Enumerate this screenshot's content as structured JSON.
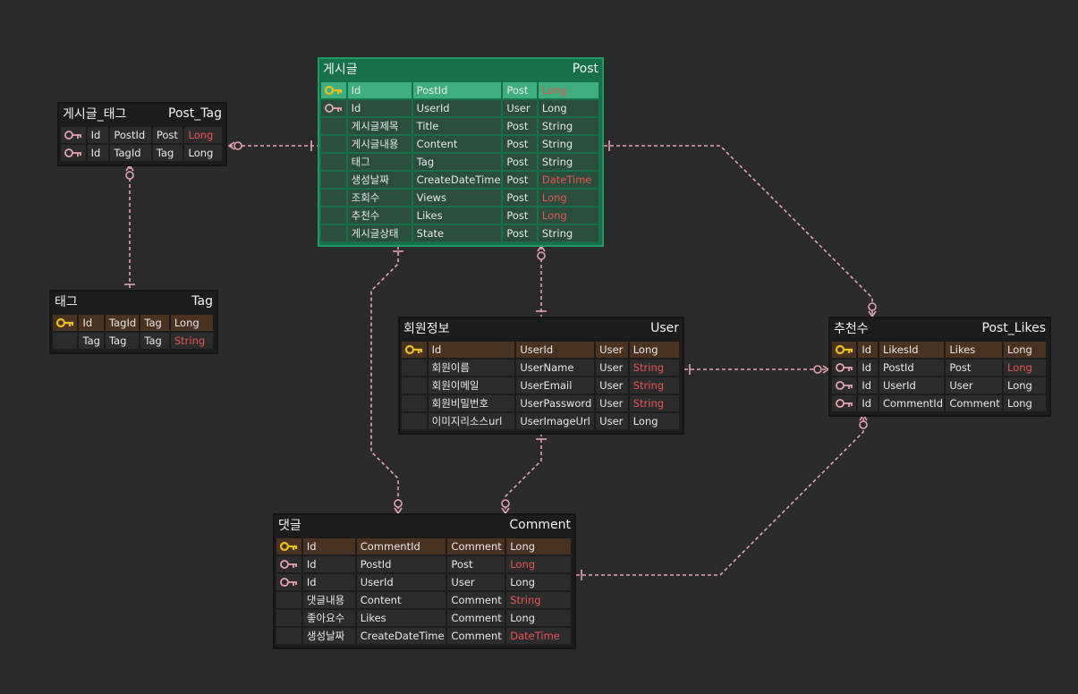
{
  "entities": {
    "post_tag": {
      "title_ko": "게시글_태그",
      "title_en": "Post_Tag",
      "rows": [
        {
          "key": "fk",
          "name": "Id",
          "field": "PostId",
          "table": "Post",
          "type": "Long",
          "type_color": "red"
        },
        {
          "key": "fk",
          "name": "Id",
          "field": "TagId",
          "table": "Tag",
          "type": "Long",
          "type_color": "normal"
        }
      ]
    },
    "tag": {
      "title_ko": "태그",
      "title_en": "Tag",
      "rows": [
        {
          "key": "pk",
          "name": "Id",
          "field": "TagId",
          "table": "Tag",
          "type": "Long",
          "type_color": "normal"
        },
        {
          "key": "none",
          "name": "Tag",
          "field": "Tag",
          "table": "Tag",
          "type": "String",
          "type_color": "red"
        }
      ]
    },
    "post": {
      "title_ko": "게시글",
      "title_en": "Post",
      "rows": [
        {
          "key": "pk",
          "name": "Id",
          "field": "PostId",
          "table": "Post",
          "type": "Long",
          "type_color": "red"
        },
        {
          "key": "fk",
          "name": "Id",
          "field": "UserId",
          "table": "User",
          "type": "Long",
          "type_color": "normal"
        },
        {
          "key": "none",
          "name": "게시글제목",
          "field": "Title",
          "table": "Post",
          "type": "String",
          "type_color": "normal"
        },
        {
          "key": "none",
          "name": "게시글내용",
          "field": "Content",
          "table": "Post",
          "type": "String",
          "type_color": "normal"
        },
        {
          "key": "none",
          "name": "태그",
          "field": "Tag",
          "table": "Post",
          "type": "String",
          "type_color": "normal"
        },
        {
          "key": "none",
          "name": "생성날짜",
          "field": "CreateDateTime",
          "table": "Post",
          "type": "DateTime",
          "type_color": "red"
        },
        {
          "key": "none",
          "name": "조회수",
          "field": "Views",
          "table": "Post",
          "type": "Long",
          "type_color": "red"
        },
        {
          "key": "none",
          "name": "추천수",
          "field": "Likes",
          "table": "Post",
          "type": "Long",
          "type_color": "red"
        },
        {
          "key": "none",
          "name": "게시글상태",
          "field": "State",
          "table": "Post",
          "type": "String",
          "type_color": "normal"
        }
      ]
    },
    "user": {
      "title_ko": "회원정보",
      "title_en": "User",
      "rows": [
        {
          "key": "pk",
          "name": "Id",
          "field": "UserId",
          "table": "User",
          "type": "Long",
          "type_color": "normal"
        },
        {
          "key": "none",
          "name": "회원이름",
          "field": "UserName",
          "table": "User",
          "type": "String",
          "type_color": "red"
        },
        {
          "key": "none",
          "name": "회원이메일",
          "field": "UserEmail",
          "table": "User",
          "type": "String",
          "type_color": "red"
        },
        {
          "key": "none",
          "name": "회원비밀번호",
          "field": "UserPassword",
          "table": "User",
          "type": "String",
          "type_color": "red"
        },
        {
          "key": "none",
          "name": "이미지리소스url",
          "field": "UserImageUrl",
          "table": "User",
          "type": "Long",
          "type_color": "normal"
        }
      ]
    },
    "post_likes": {
      "title_ko": "추천수",
      "title_en": "Post_Likes",
      "rows": [
        {
          "key": "pk",
          "name": "Id",
          "field": "LikesId",
          "table": "Likes",
          "type": "Long",
          "type_color": "normal"
        },
        {
          "key": "fk",
          "name": "Id",
          "field": "PostId",
          "table": "Post",
          "type": "Long",
          "type_color": "red"
        },
        {
          "key": "fk",
          "name": "Id",
          "field": "UserId",
          "table": "User",
          "type": "Long",
          "type_color": "normal"
        },
        {
          "key": "fk",
          "name": "Id",
          "field": "CommentId",
          "table": "Comment",
          "type": "Long",
          "type_color": "normal"
        }
      ]
    },
    "comment": {
      "title_ko": "댓글",
      "title_en": "Comment",
      "rows": [
        {
          "key": "pk",
          "name": "Id",
          "field": "CommentId",
          "table": "Comment",
          "type": "Long",
          "type_color": "normal"
        },
        {
          "key": "fk",
          "name": "Id",
          "field": "PostId",
          "table": "Post",
          "type": "Long",
          "type_color": "red"
        },
        {
          "key": "fk",
          "name": "Id",
          "field": "UserId",
          "table": "User",
          "type": "Long",
          "type_color": "normal"
        },
        {
          "key": "none",
          "name": "댓글내용",
          "field": "Content",
          "table": "Comment",
          "type": "String",
          "type_color": "red"
        },
        {
          "key": "none",
          "name": "좋아요수",
          "field": "Likes",
          "table": "Comment",
          "type": "Long",
          "type_color": "normal"
        },
        {
          "key": "none",
          "name": "생성날짜",
          "field": "CreateDateTime",
          "table": "Comment",
          "type": "DateTime",
          "type_color": "red"
        }
      ]
    }
  },
  "colors": {
    "background": "#2b2b2b",
    "connector": "#e6a3b0",
    "selected_table": "#16704a",
    "pk_row": "#4a3222",
    "red_type": "#e85555",
    "pk_key": "#e8c020",
    "fk_key": "#e6a3b0"
  }
}
